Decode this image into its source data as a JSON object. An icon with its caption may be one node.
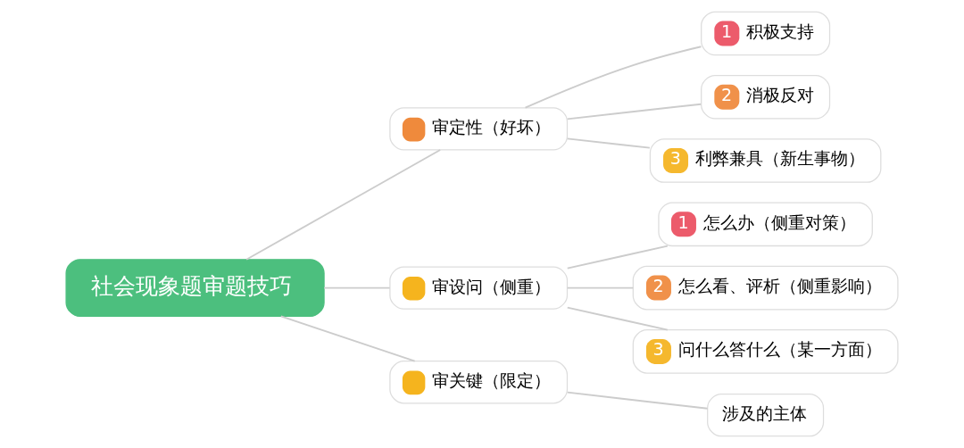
{
  "diagram": {
    "nodes": [
      {
        "text": [
          "社会现象题审题技巧"
        ]
      },
      {
        "text": [
          "审定性（好坏）"
        ]
      },
      {
        "text": [
          "1",
          "积极支持"
        ]
      },
      {
        "text": [
          "2",
          "消极反对"
        ]
      },
      {
        "text": [
          "3",
          "利弊兼具（新生事物）"
        ]
      },
      {
        "text": [
          "审设问（侧重）"
        ]
      },
      {
        "text": [
          "1",
          "怎么办（侧重对策）"
        ]
      },
      {
        "text": [
          "2",
          "怎么看、评析（侧重影响）"
        ]
      },
      {
        "text": [
          "3",
          "问什么答什么（某一方面）"
        ]
      },
      {
        "text": [
          "审关键（限定）"
        ]
      },
      {
        "text": [
          "涉及的主体"
        ]
      }
    ],
    "edges": [
      {
        "from": 0,
        "to": 1,
        "arrow": "none"
      },
      {
        "from": 0,
        "to": 5,
        "arrow": "none"
      },
      {
        "from": 0,
        "to": 9,
        "arrow": "none"
      },
      {
        "from": 1,
        "to": 2,
        "arrow": "none"
      },
      {
        "from": 1,
        "to": 3,
        "arrow": "none"
      },
      {
        "from": 1,
        "to": 4,
        "arrow": "none"
      },
      {
        "from": 5,
        "to": 6,
        "arrow": "none"
      },
      {
        "from": 5,
        "to": 7,
        "arrow": "none"
      },
      {
        "from": 5,
        "to": 8,
        "arrow": "none"
      },
      {
        "from": 9,
        "to": 10,
        "arrow": "none"
      }
    ]
  }
}
